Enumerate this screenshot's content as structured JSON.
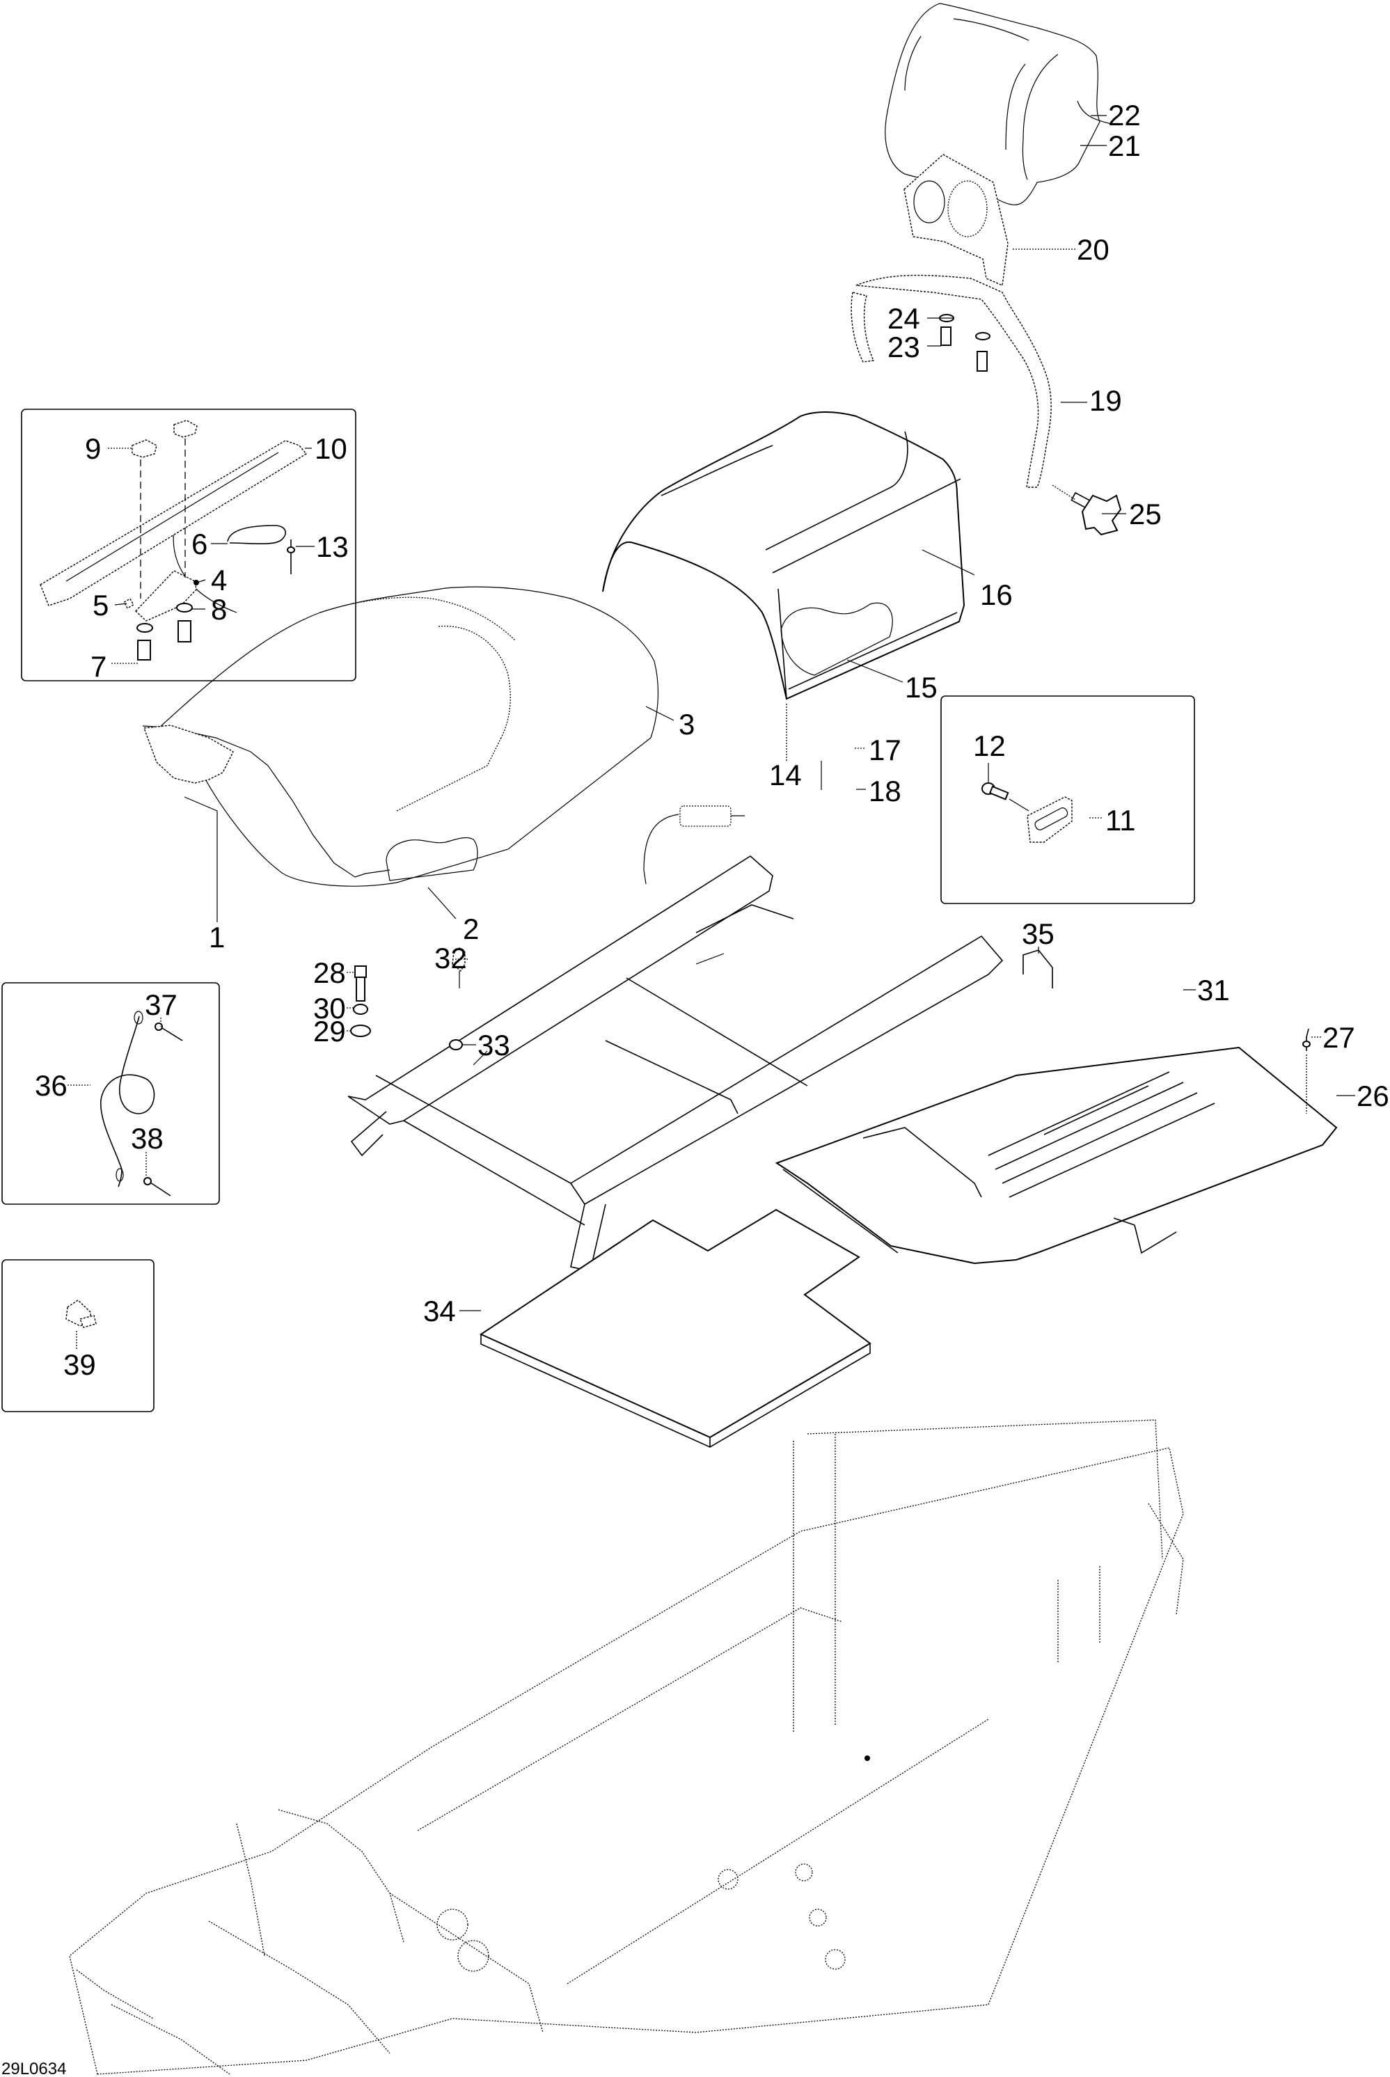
{
  "diagram": {
    "title": "Seat, backrest and rear rack assembly — exploded parts view",
    "drawing_reference": "29L0634",
    "callouts": [
      {
        "id": "1",
        "label": "1"
      },
      {
        "id": "2",
        "label": "2"
      },
      {
        "id": "3",
        "label": "3"
      },
      {
        "id": "4",
        "label": "4"
      },
      {
        "id": "5",
        "label": "5"
      },
      {
        "id": "6",
        "label": "6"
      },
      {
        "id": "7",
        "label": "7"
      },
      {
        "id": "8",
        "label": "8"
      },
      {
        "id": "9",
        "label": "9"
      },
      {
        "id": "10",
        "label": "10"
      },
      {
        "id": "11",
        "label": "11"
      },
      {
        "id": "12",
        "label": "12"
      },
      {
        "id": "13",
        "label": "13"
      },
      {
        "id": "14",
        "label": "14"
      },
      {
        "id": "15",
        "label": "15"
      },
      {
        "id": "16",
        "label": "16"
      },
      {
        "id": "17",
        "label": "17"
      },
      {
        "id": "18",
        "label": "18"
      },
      {
        "id": "19",
        "label": "19"
      },
      {
        "id": "20",
        "label": "20"
      },
      {
        "id": "21",
        "label": "21"
      },
      {
        "id": "22",
        "label": "22"
      },
      {
        "id": "23",
        "label": "23"
      },
      {
        "id": "24",
        "label": "24"
      },
      {
        "id": "25",
        "label": "25"
      },
      {
        "id": "26",
        "label": "26"
      },
      {
        "id": "27",
        "label": "27"
      },
      {
        "id": "28",
        "label": "28"
      },
      {
        "id": "29",
        "label": "29"
      },
      {
        "id": "30",
        "label": "30"
      },
      {
        "id": "31",
        "label": "31"
      },
      {
        "id": "32",
        "label": "32"
      },
      {
        "id": "33",
        "label": "33"
      },
      {
        "id": "34",
        "label": "34"
      },
      {
        "id": "35",
        "label": "35"
      },
      {
        "id": "36",
        "label": "36"
      },
      {
        "id": "37",
        "label": "37"
      },
      {
        "id": "38",
        "label": "38"
      },
      {
        "id": "39",
        "label": "39"
      }
    ],
    "detail_boxes": [
      {
        "name": "seat-latch-detail",
        "callouts": [
          "4",
          "5",
          "6",
          "7",
          "8",
          "9",
          "10",
          "13"
        ]
      },
      {
        "name": "hinge-detail",
        "callouts": [
          "11",
          "12"
        ]
      },
      {
        "name": "tether-cable-detail",
        "callouts": [
          "36",
          "37",
          "38"
        ]
      },
      {
        "name": "clip-detail",
        "callouts": [
          "39"
        ]
      }
    ],
    "blank_callout_tag": ""
  }
}
